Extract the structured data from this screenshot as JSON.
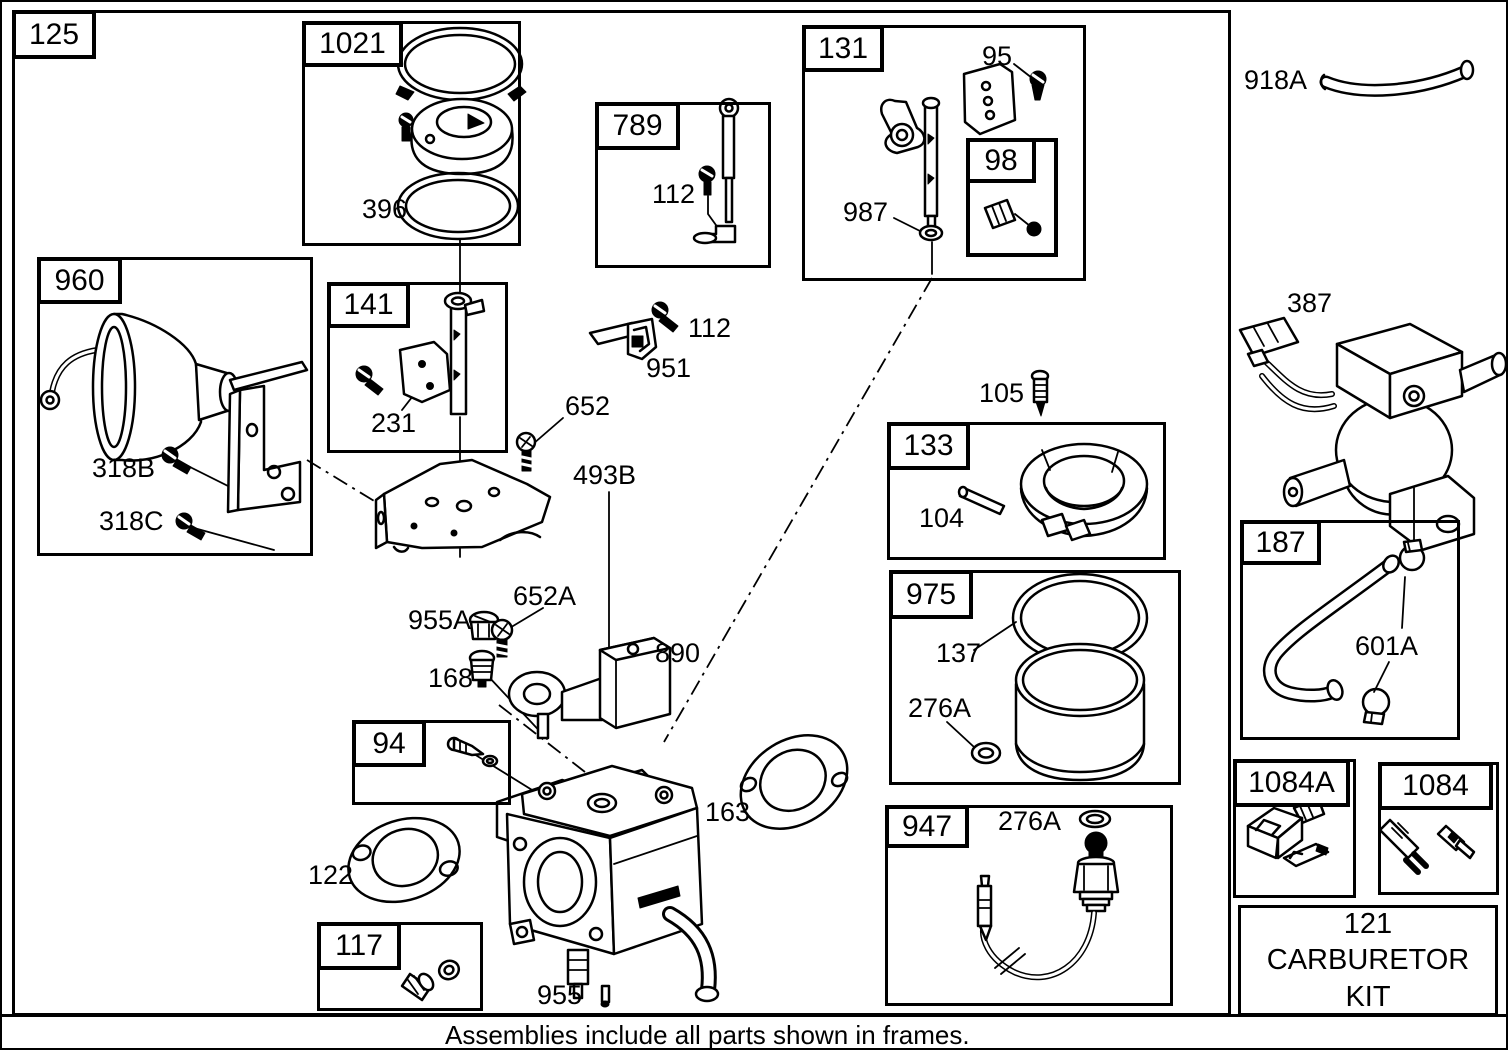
{
  "caption": {
    "text": "Assemblies include all parts shown in frames."
  },
  "kit": {
    "number": "121",
    "line1": "CARBURETOR",
    "line2": "KIT"
  },
  "colors": {
    "line": "#000000",
    "background": "#ffffff"
  },
  "frames": {
    "f125": "125",
    "f1021": "1021",
    "f789": "789",
    "f131": "131",
    "f98": "98",
    "f960": "960",
    "f141": "141",
    "f94": "94",
    "f117": "117",
    "f133": "133",
    "f975": "975",
    "f947": "947",
    "f187": "187",
    "f1084a": "1084A",
    "f1084": "1084"
  },
  "labels": {
    "p396": "396",
    "p112_789": "112",
    "p95": "95",
    "p987": "987",
    "p918a": "918A",
    "p318b": "318B",
    "p318c": "318C",
    "p231": "231",
    "p112": "112",
    "p951": "951",
    "p652": "652",
    "p493b": "493B",
    "p955a": "955A",
    "p652a": "652A",
    "p168": "168",
    "p890": "890",
    "p122": "122",
    "p163": "163",
    "p955": "955",
    "p105": "105",
    "p104": "104",
    "p137": "137",
    "p276a_975": "276A",
    "p276a_947": "276A",
    "p387": "387",
    "p601a": "601A"
  }
}
